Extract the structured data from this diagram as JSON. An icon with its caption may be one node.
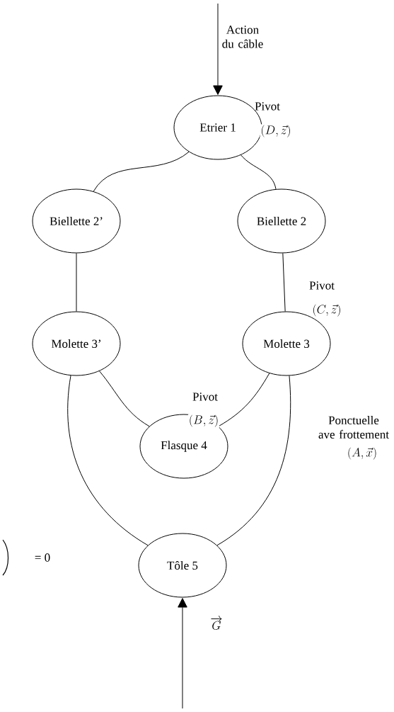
{
  "diagram": {
    "nodes": [
      {
        "text": [
          "Etrier 1"
        ]
      },
      {
        "text": [
          "Biellette  2’"
        ]
      },
      {
        "text": [
          "Biellette  2"
        ]
      },
      {
        "text": [
          "Molette  3’"
        ]
      },
      {
        "text": [
          "Molette  3"
        ]
      },
      {
        "text": [
          "Flasque 4"
        ]
      },
      {
        "text": [
          "Tôle 5"
        ]
      }
    ],
    "edges": [
      {
        "from": null,
        "to": 0,
        "arrow": "to",
        "label": "Action du câble"
      },
      {
        "from": 0,
        "to": 1,
        "arrow": "none"
      },
      {
        "from": 0,
        "to": 2,
        "arrow": "none"
      },
      {
        "from": 1,
        "to": 3,
        "arrow": "none"
      },
      {
        "from": 2,
        "to": 4,
        "arrow": "none"
      },
      {
        "from": 3,
        "to": 5,
        "arrow": "none"
      },
      {
        "from": 4,
        "to": 5,
        "arrow": "none"
      },
      {
        "from": 3,
        "to": 6,
        "arrow": "none"
      },
      {
        "from": 4,
        "to": 6,
        "arrow": "none"
      },
      {
        "from": null,
        "to": 6,
        "arrow": "to"
      }
    ],
    "labels": [
      "Pivot",
      "\\left(D,\\vec{z}\\right)",
      "Pivot",
      "\\left(C,\\vec{z}\\right)",
      "Pivot",
      "\\left(B,\\vec{z}\\right)",
      "Ponctuelle ave frottement",
      "\\left(A,\\vec{x}\\right)",
      "= 0",
      "\\overrightarrow{G}"
    ]
  }
}
